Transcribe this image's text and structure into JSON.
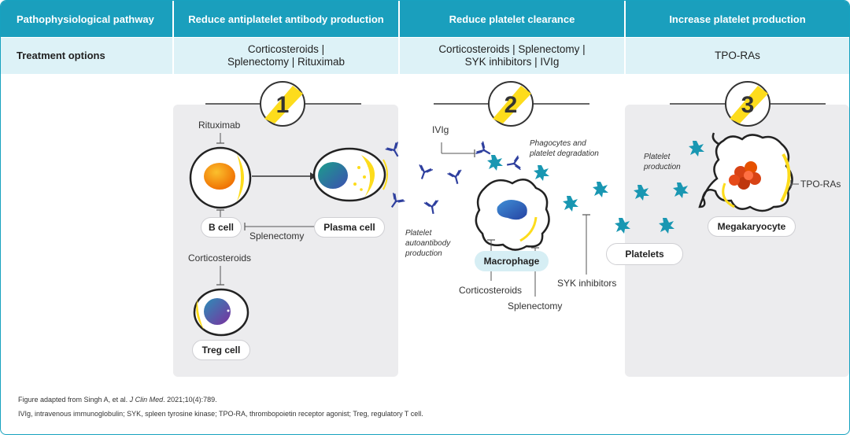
{
  "header": {
    "pathway_label": "Pathophysiological pathway",
    "col1": "Reduce antiplatelet antibody production",
    "col2": "Reduce platelet clearance",
    "col3": "Increase platelet production"
  },
  "treatments": {
    "label": "Treatment options",
    "col1_line1": "Corticosteroids",
    "col1_line2_a": "Splenectomy",
    "col1_line2_b": "Rituximab",
    "col2_line1_a": "Corticosteroids",
    "col2_line1_b": "Splenectomy",
    "col2_line2_a": "SYK inhibitors",
    "col2_line2_b": "IVIg",
    "col3": "TPO-RAs"
  },
  "steps": [
    "1",
    "2",
    "3"
  ],
  "diagram": {
    "rituximab": "Rituximab",
    "b_cell": "B cell",
    "plasma_cell": "Plasma cell",
    "splenectomy_1": "Splenectomy",
    "corticosteroids_1": "Corticosteroids",
    "treg_cell": "Treg cell",
    "ivig": "IVIg",
    "phagocytes_line1": "Phagocytes and",
    "phagocytes_line2": "platelet degradation",
    "autoantibody_line1": "Platelet",
    "autoantibody_line2": "autoantibody",
    "autoantibody_line3": "production",
    "macrophage": "Macrophage",
    "corticosteroids_2": "Corticosteroids",
    "splenectomy_2": "Splenectomy",
    "syk_inhibitors": "SYK inhibitors",
    "platelets": "Platelets",
    "platelet_prod_line1": "Platelet",
    "platelet_prod_line2": "production",
    "megakaryocyte": "Megakaryocyte",
    "tpo_ras": "TPO-RAs"
  },
  "footer": {
    "adapted_prefix": "Figure adapted from Singh A, et al. ",
    "journal": "J Clin Med",
    "adapted_suffix": ". 2021;10(4):789.",
    "abbreviations": "IVIg, intravenous immunoglobulin; SYK, spleen tyrosine kinase; TPO-RA, thrombopoietin receptor agonist; Treg, regulatory T cell."
  },
  "colors": {
    "header_bg": "#1a9fbd",
    "treatment_bg": "#ddf2f7",
    "panel_bg": "#ececee",
    "accent_yellow": "#fddc1c",
    "antibody_blue": "#2e3f9e",
    "platelet_teal": "#1997b2"
  }
}
